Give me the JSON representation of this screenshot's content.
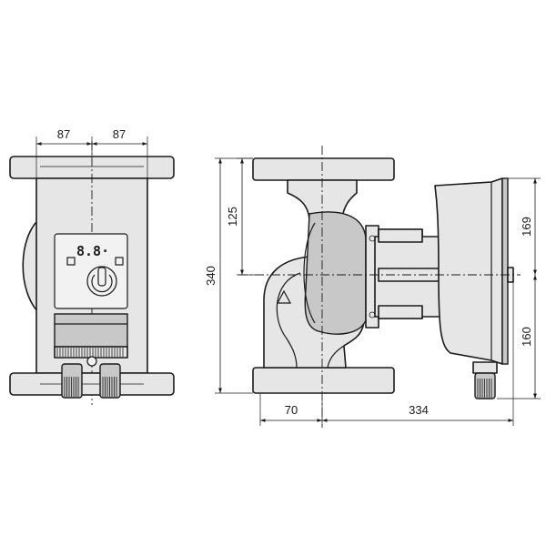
{
  "dimensions": {
    "front_left_width": "87",
    "front_right_width": "87",
    "upper_height": "125",
    "total_height": "340",
    "motor_upper": "169",
    "motor_lower": "160",
    "flange_offset": "70",
    "total_length": "334"
  },
  "display": {
    "readout": "8.8·"
  },
  "colors": {
    "stroke": "#1a1a1a",
    "body_fill": "#e6e6e6",
    "dark_fill": "#c8c8c8",
    "background": "#ffffff"
  },
  "icons": {
    "power_button": "power-icon",
    "flow_direction": "triangle-arrow-icon"
  }
}
